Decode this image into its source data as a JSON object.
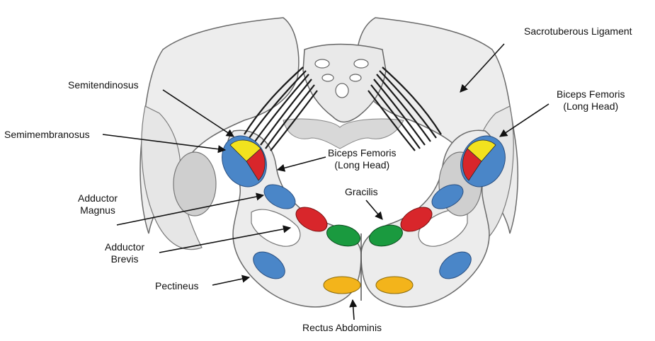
{
  "labels": {
    "semitendinosus": "Semitendinosus",
    "semimembranosus": "Semimembranosus",
    "biceps_left_line1": "Biceps Femoris",
    "biceps_left_line2": "(Long Head)",
    "adductor_magnus_line1": "Adductor",
    "adductor_magnus_line2": "Magnus",
    "adductor_brevis_line1": "Adductor",
    "adductor_brevis_line2": "Brevis",
    "pectineus": "Pectineus",
    "gracilis": "Gracilis",
    "rectus_abdominis": "Rectus Abdominis",
    "sacrotuberous_ligament": "Sacrotuberous Ligament",
    "biceps_right_line1": "Biceps Femoris",
    "biceps_right_line2": "(Long Head)"
  },
  "colors": {
    "hamstring_blue": "#4a86c8",
    "biceps_red": "#d8262b",
    "semitendinosus_yellow": "#f2e21e",
    "gracilis_green": "#1a9a3f",
    "rectus_orange": "#f3b41b",
    "bone_fill": "#ececec",
    "bone_stroke": "#6b6b6b",
    "ligament": "#1a1a1a"
  }
}
